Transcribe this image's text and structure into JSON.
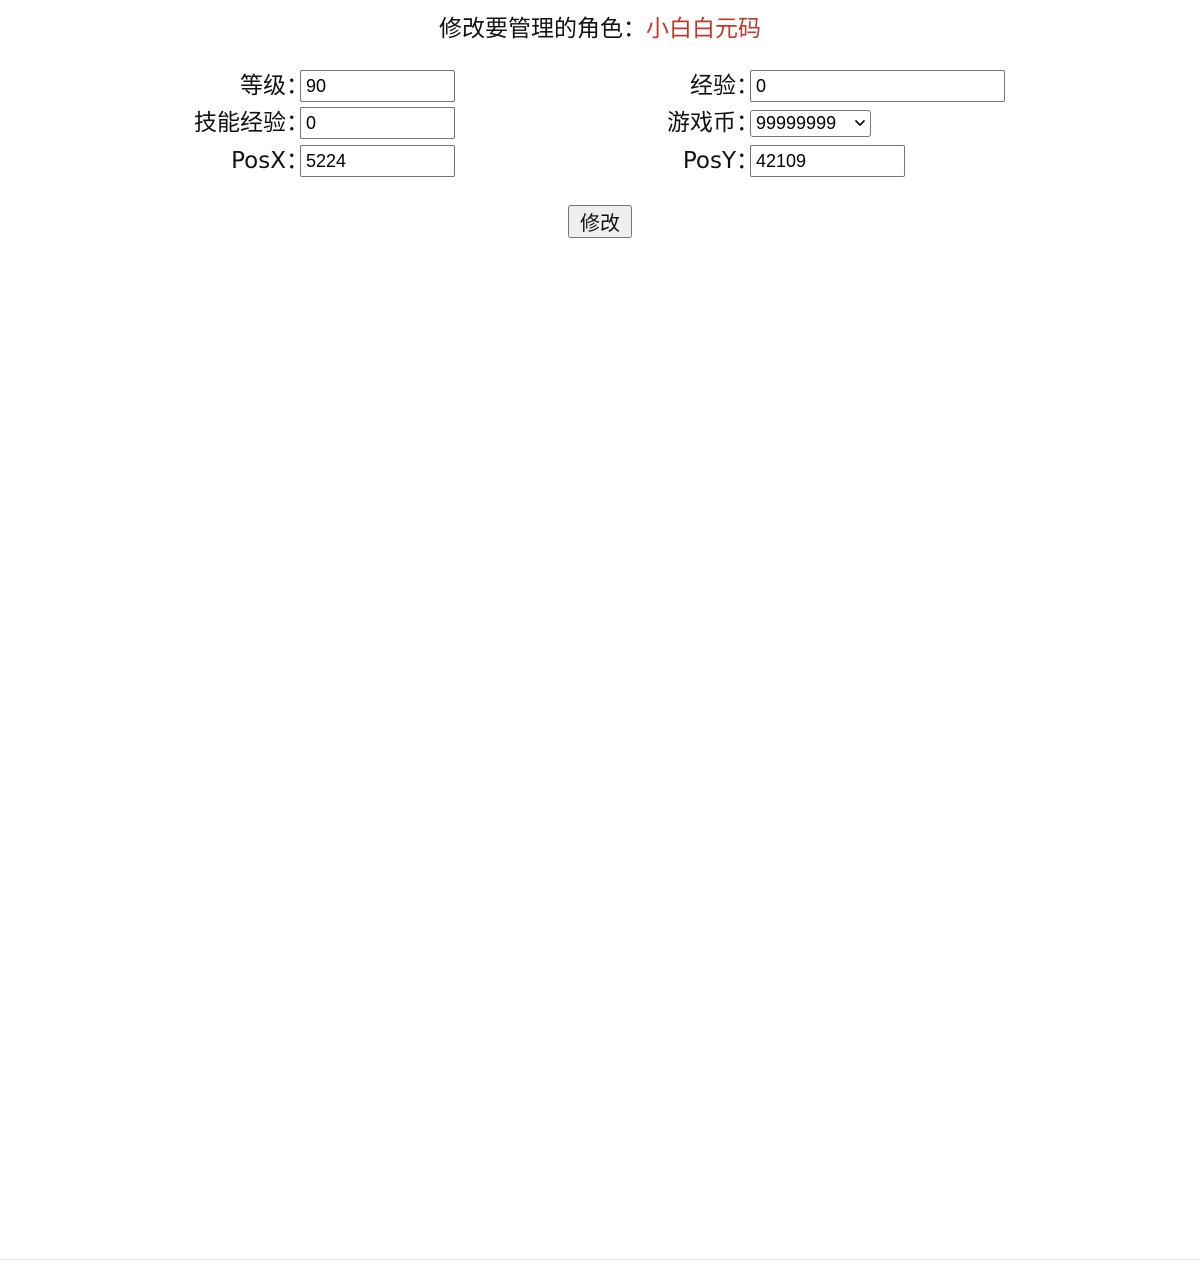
{
  "header": {
    "prompt": "修改要管理的角色：",
    "character_name": "小白白元码",
    "name_color": "#c0392b"
  },
  "form": {
    "level": {
      "label": "等级",
      "value": "90"
    },
    "exp": {
      "label": "经验",
      "value": "0"
    },
    "skill_exp": {
      "label": "技能经验",
      "value": "0"
    },
    "gold": {
      "label": "游戏币",
      "selected": "99999999"
    },
    "pos_x": {
      "label": "PosX",
      "value": "5224"
    },
    "pos_y": {
      "label": "PosY",
      "value": "42109"
    },
    "separator": "："
  },
  "actions": {
    "submit_label": "修改"
  },
  "icons": {
    "select_arrow": "chevron-down-icon"
  }
}
